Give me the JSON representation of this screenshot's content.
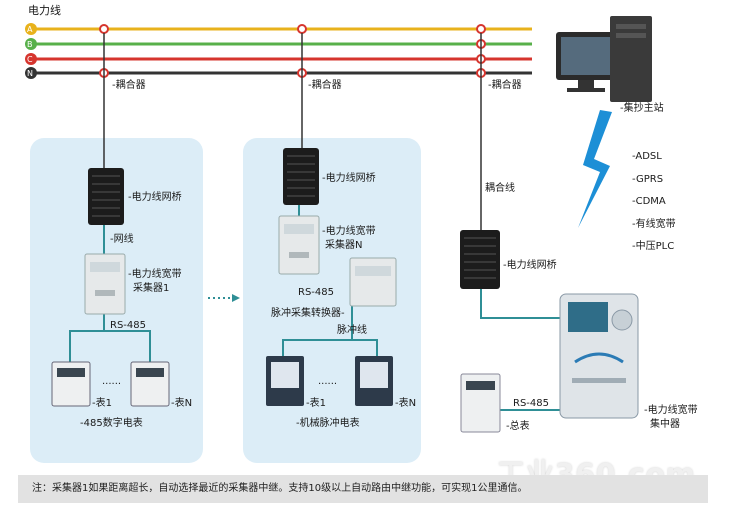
{
  "power_lines": {
    "title": "电力线",
    "phases": [
      {
        "label": "A",
        "color": "#e8b21c"
      },
      {
        "label": "B",
        "color": "#58b04a"
      },
      {
        "label": "C",
        "color": "#d6352e"
      },
      {
        "label": "N",
        "color": "#333333"
      }
    ]
  },
  "labels": {
    "coupler_1": "-耦合器",
    "coupler_2": "-耦合器",
    "coupler_3": "-耦合器",
    "master_station": "-集抄主站",
    "bridge_1": "-电力线网桥",
    "bridge_2": "-电力线网桥",
    "bridge_3": "-电力线网桥",
    "network_cable": "-网线",
    "collector_1_line1": "-电力线宽带",
    "collector_1_line2": "采集器1",
    "collector_n_line1": "-电力线宽带",
    "collector_n_line2": "采集器N",
    "rs485_1": "RS-485",
    "rs485_2": "RS-485",
    "rs485_3": "RS-485",
    "pulse_converter": "脉冲采集转换器-",
    "pulse_line": "脉冲线",
    "coupling_line": "耦合线",
    "meter1_a": "-表1",
    "meterN_a": "-表N",
    "meter1_b": "-表1",
    "meterN_b": "-表N",
    "dots_a": "......",
    "dots_b": "......",
    "group_a_caption": "-485数字电表",
    "group_b_caption": "-机械脉冲电表",
    "concentrator_line1": "-电力线宽带",
    "concentrator_line2": "集中器",
    "main_meter": "-总表"
  },
  "network_types": [
    "-ADSL",
    "-GPRS",
    "-CDMA",
    "-有线宽带",
    "-中压PLC"
  ],
  "note": "注：采集器1如果距离超长，自动选择最近的采集器中继。支持10级以上自动路由中继功能，可实现1公里通信。",
  "watermark": "工业360.com"
}
